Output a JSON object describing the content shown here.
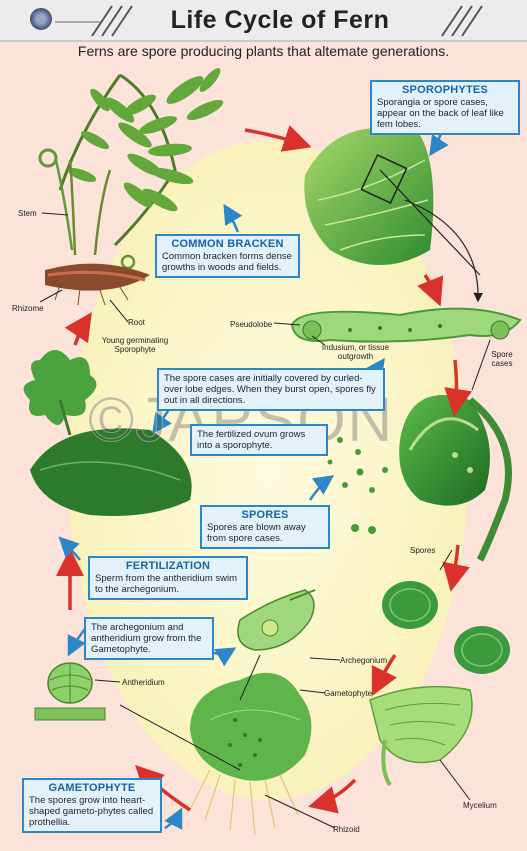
{
  "header": {
    "title": "Life Cycle of Fern",
    "subtitle": "Ferns are spore producing plants that altemate generations."
  },
  "boxes": {
    "sporophytes": {
      "heading": "SPOROPHYTES",
      "text": "Sporangia or spore cases, appear on the back of leaf like fem lobes."
    },
    "common_bracken": {
      "heading": "COMMON BRACKEN",
      "text": "Common bracken forms dense growths in woods and fields."
    },
    "spore_cases": {
      "text": "The spore cases are initially covered by curled-over lobe edges. When they burst open, spores fly out in all directions."
    },
    "zygote": {
      "text": "The fertilized ovum grows into a sporophyte."
    },
    "spores": {
      "heading": "SPORES",
      "text": "Spores are blown away from spore cases."
    },
    "fertilization": {
      "heading": "FERTILIZATION",
      "text": "Sperm from the antheridium swim to the archegonium."
    },
    "archegonium_box": {
      "text": "The archegonium and antheridium grow from the Gametophyte."
    },
    "gametophyte": {
      "heading": "GAMETOPHYTE",
      "text": "The spores grow into heart-shaped gameto-phytes called prothellia."
    }
  },
  "labels": {
    "stem": "Stem",
    "rhizome": "Rhizome",
    "root": "Root",
    "young_sporophyte": "Young germinating Sporophyte",
    "pseudolobe": "Pseudolobe",
    "indusium": "Indusium, or tissue outgrowth",
    "spore_cases": "Spore cases",
    "spores": "Spores",
    "antheridium": "Antheridium",
    "archegonium": "Archegonium",
    "gametophyte": "Gametophyte",
    "mycelium": "Mycelium",
    "rhizoid": "Rhizoid"
  },
  "watermark": "©JAPSON",
  "colors": {
    "background": "#fbe3d9",
    "center_oval": "#fbf6c7",
    "box_border": "#2d86c7",
    "box_fill": "#e3f1fb",
    "heading": "#1565a8",
    "arrow": "#d8322b",
    "plant_green": "#3d9a3a"
  }
}
